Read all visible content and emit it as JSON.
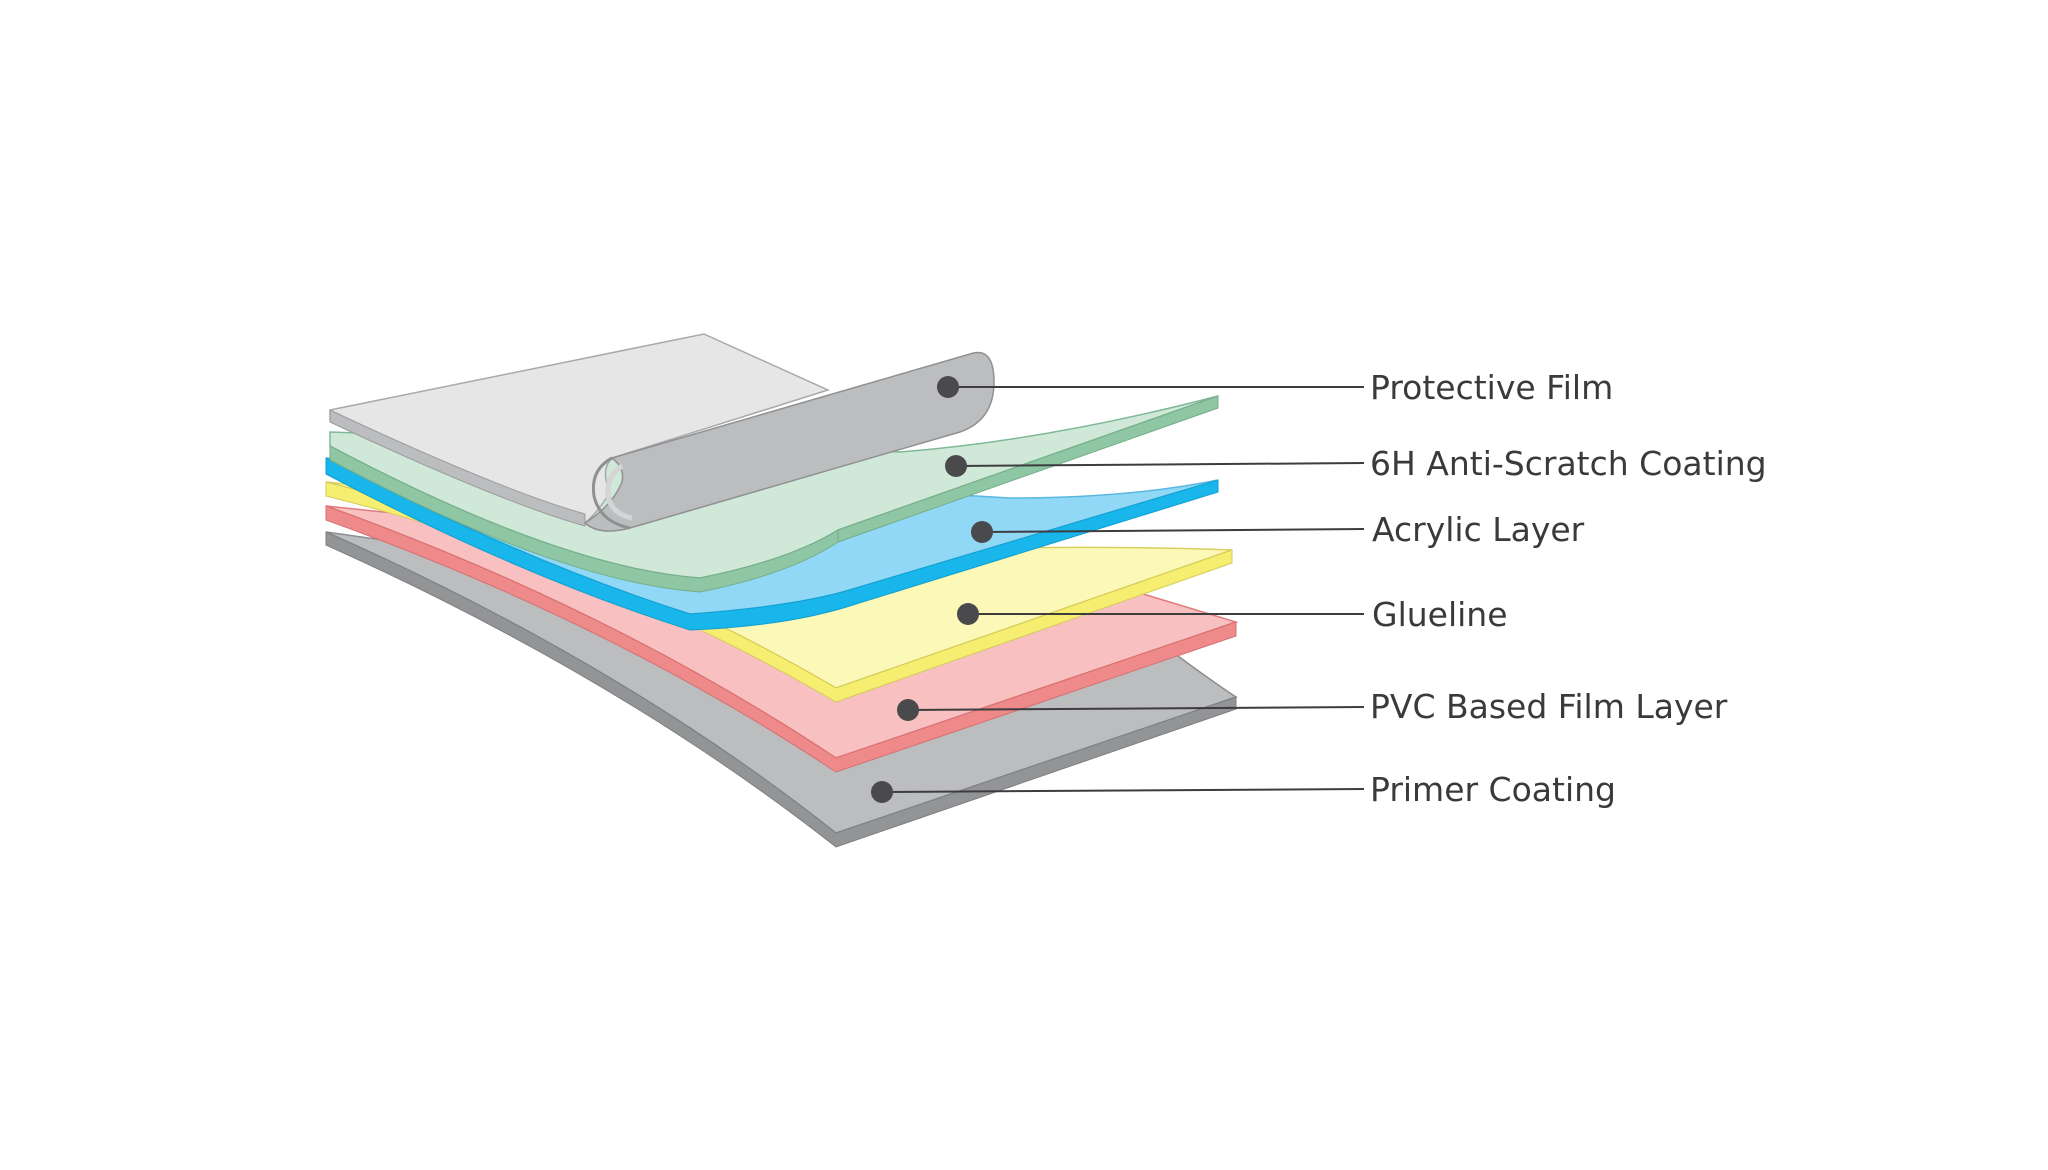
{
  "layers": [
    {
      "id": "protective-film",
      "label": "Protective Film",
      "top_color": "#e6e6e7",
      "edge_color": "#bcbdbf"
    },
    {
      "id": "anti-scratch",
      "label": "6H Anti-Scratch Coating",
      "top_color": "#d0e8d8",
      "edge_color": "#8fc6a4"
    },
    {
      "id": "acrylic",
      "label": "Acrylic Layer",
      "top_color": "#90d8f6",
      "edge_color": "#18b6ea"
    },
    {
      "id": "glueline",
      "label": "Glueline",
      "top_color": "#fcf8b8",
      "edge_color": "#f6ee70"
    },
    {
      "id": "pvc-film",
      "label": "PVC Based Film Layer",
      "top_color": "#f8c0c0",
      "edge_color": "#ee8a8a"
    },
    {
      "id": "primer",
      "label": "Primer Coating",
      "top_color": "#bcbdbf",
      "edge_color": "#939496"
    }
  ]
}
